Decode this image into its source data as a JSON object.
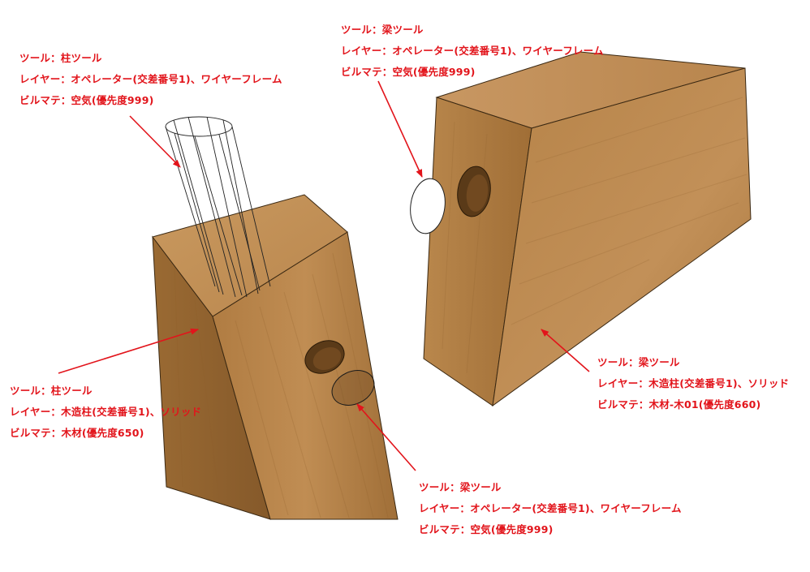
{
  "annotation_color": "#e2141b",
  "wood_colors": {
    "light": "#c08f57",
    "mid": "#a8773f",
    "dark": "#7f5426",
    "top": "#c49460"
  },
  "callouts": {
    "pillar_tool_wire": {
      "tool": "ツール：柱ツール",
      "layer": "レイヤー：オペレーター(交差番号1)、ワイヤーフレーム",
      "material": "ビルマテ：空気(優先度999)"
    },
    "beam_tool_wire_top": {
      "tool": "ツール：梁ツール",
      "layer": "レイヤー：オペレーター(交差番号1)、ワイヤーフレーム",
      "material": "ビルマテ：空気(優先度999)"
    },
    "pillar_tool_solid": {
      "tool": "ツール：柱ツール",
      "layer": "レイヤー：木造柱(交差番号1)、ソリッド",
      "material": "ビルマテ：木材(優先度650)"
    },
    "beam_tool_solid": {
      "tool": "ツール：梁ツール",
      "layer": "レイヤー：木造柱(交差番号1)、ソリッド",
      "material": "ビルマテ：木材-木01(優先度660)"
    },
    "beam_tool_wire_bottom": {
      "tool": "ツール：梁ツール",
      "layer": "レイヤー：オペレーター(交差番号1)、ワイヤーフレーム",
      "material": "ビルマテ：空気(優先度999)"
    }
  }
}
